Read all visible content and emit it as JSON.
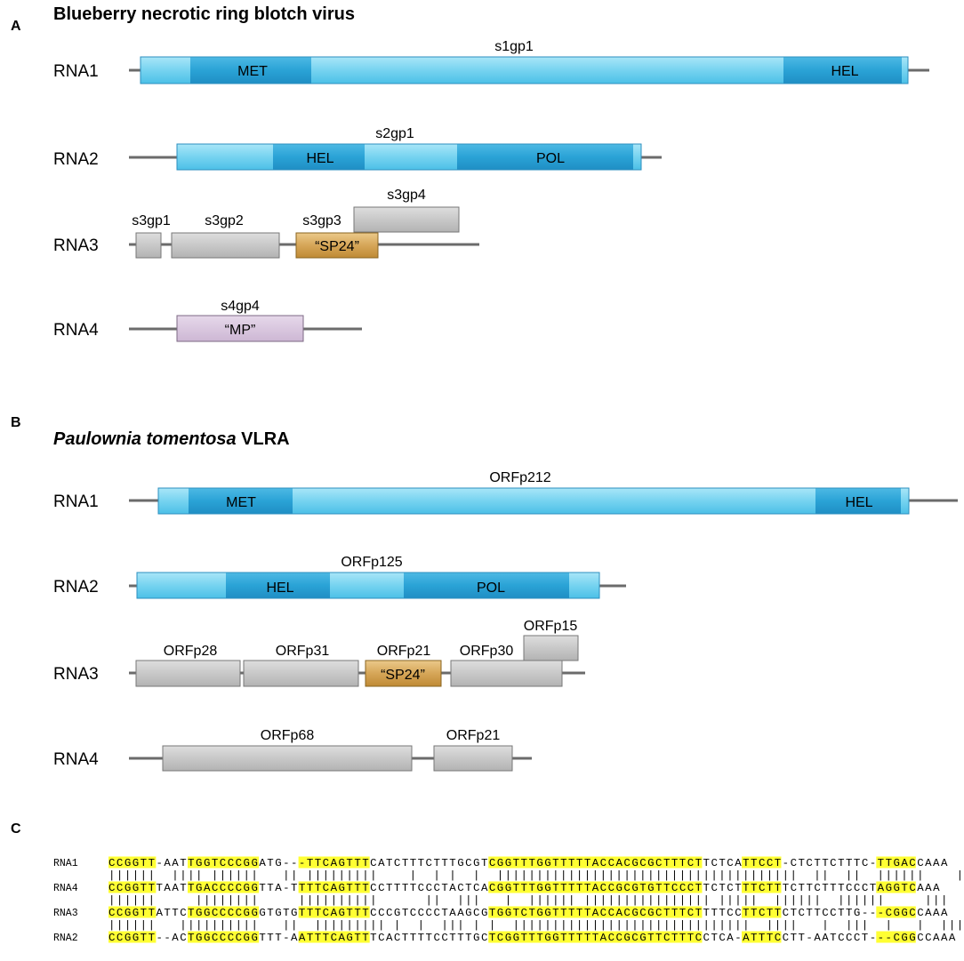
{
  "colors": {
    "blue_light": "#8fdcf3",
    "blue_mid": "#57c6ea",
    "blue_dark": "#2aa3d6",
    "blue_edge": "#2c8fbf",
    "gray_fill": "#c9c9c9",
    "gray_edge": "#777777",
    "gold_light": "#e4bd6e",
    "gold_dark": "#c38f38",
    "gold_edge": "#8a6420",
    "lilac_fill": "#d9c6df",
    "lilac_edge": "#7d6a84",
    "line": "#6b6b6b",
    "highlight": "#ffff33"
  },
  "panel_a": {
    "letter": "A",
    "title": "Blueberry necrotic ring blotch virus",
    "rna1": {
      "label": "RNA1",
      "gene": "s1gp1",
      "domains": [
        "MET",
        "HEL"
      ]
    },
    "rna2": {
      "label": "RNA2",
      "gene": "s2gp1",
      "domains": [
        "HEL",
        "POL"
      ]
    },
    "rna3": {
      "label": "RNA3",
      "genes": [
        "s3gp1",
        "s3gp2",
        "s3gp3",
        "s3gp4"
      ],
      "sp24": "“SP24”"
    },
    "rna4": {
      "label": "RNA4",
      "gene": "s4gp4",
      "mp": "“MP”"
    }
  },
  "panel_b": {
    "letter": "B",
    "title_italic": "Paulownia tomentosa",
    "title_rest": " VLRA",
    "rna1": {
      "label": "RNA1",
      "gene": "ORFp212",
      "domains": [
        "MET",
        "HEL"
      ]
    },
    "rna2": {
      "label": "RNA2",
      "gene": "ORFp125",
      "domains": [
        "HEL",
        "POL"
      ]
    },
    "rna3": {
      "label": "RNA3",
      "genes": [
        "ORFp28",
        "ORFp31",
        "ORFp21",
        "ORFp30",
        "ORFp15"
      ],
      "sp24": "“SP24”"
    },
    "rna4": {
      "label": "RNA4",
      "genes": [
        "ORFp68",
        "ORFp21"
      ]
    }
  },
  "panel_c": {
    "letter": "C",
    "alignment": [
      {
        "label": "RNA1",
        "seq": "CCGGTT-AATTGGTCCCGGATG---TTCAGTTTCATCTTTCTTTGCGTCGGTTTGGTTTTTACCACGCGCTTTCTTCTCATTCCT-CTCTTCTTTC-TTGACCAAA"
      },
      {
        "match": "||||||  |||| ||||||   || |||||||||    |  | |  |  ||||||||||||||||||||||||||||||||||||||  ||  ||  ||||||    |   |||||"
      },
      {
        "label": "RNA4",
        "seq": "CCGGTTTAATTGACCCCGGTTA-TTTTCAGTTTCCTTTTCCCTACTCACGGTTTGGTTTTTACCGCGTGTTCCCTTCTCTTTCTTTCTTCTTTCCCTAGGTCAAA"
      },
      {
        "match": "||||||     ||||||||     ||||||||||      ||  |||   |  |||||| |||||||||||||||| |||||  ||||||  ||||||     |||"
      },
      {
        "label": "RNA3",
        "seq": "CCGGTTATTCTGGCCCCGGGTGTGTTTCAGTTTCCCGTCCCCTAAGCGTGGTCTGGTTTTTACCACGCGCTTTCTTTTCCTTCTTCTCTTCCTTG---CGGCCAAA"
      },
      {
        "match": "||||||   ||||||||||   ||  ||||||||| |  |  ||| | |  ||||||||||||||||||||||||||||||  ||||   |  |||  |   |  |||||"
      },
      {
        "label": "RNA2",
        "seq": "CCGGTT--ACTGGCCCCGGTTT-AATTTCAGTTTCACTTTTCCTTTGCTCGGTTTGGTTTTTACCGCGTTCTTTCCTCA-ATTTCCTT-AATCCCT---CGGCCAAA"
      }
    ]
  }
}
